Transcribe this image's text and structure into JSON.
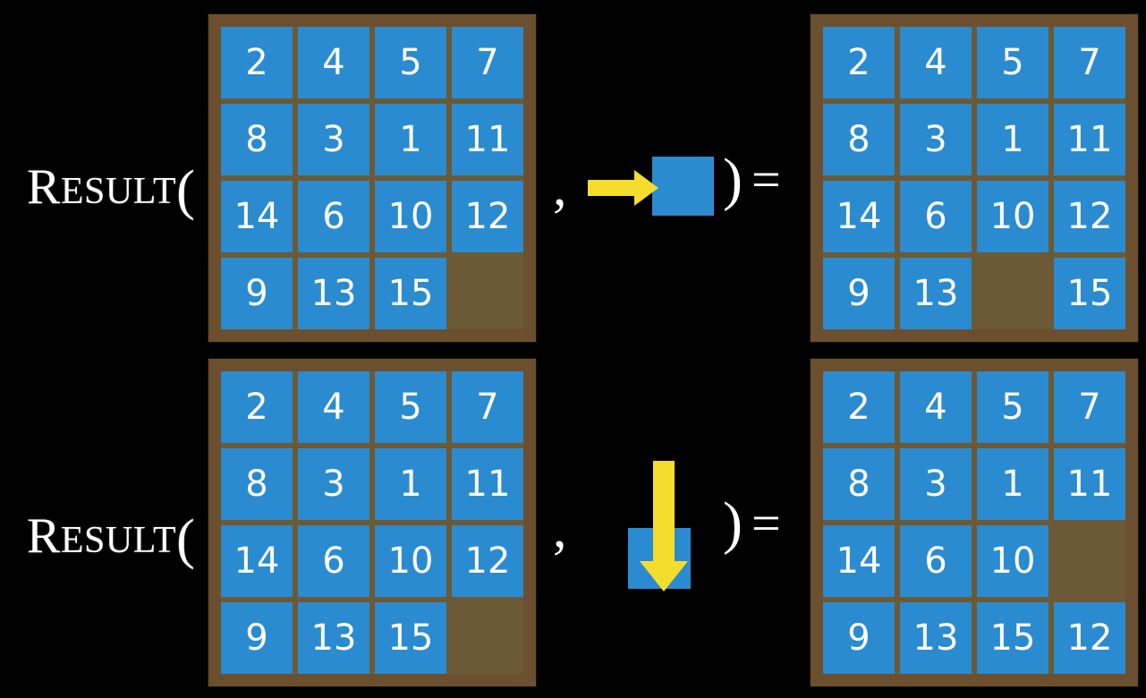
{
  "page": {
    "background_color": "#000000",
    "title": "Result operator applied to 15-puzzle states"
  },
  "colors": {
    "tile": "#2b8bd0",
    "board_frame": "#6b4f2f",
    "board_inner": "#6b5a35",
    "arrow": "#f5dd2e",
    "text": "#ffffff"
  },
  "rows": [
    {
      "id": "row-1",
      "label": {
        "cap": "R",
        "small_caps": "ESULT",
        "open_paren": "("
      },
      "comma": ",",
      "close_paren": ")",
      "equals": "=",
      "action": {
        "name": "move-right",
        "arrow_direction": "right",
        "icon_label": "right-arrow-into-blank-tile"
      },
      "input_board": {
        "name": "input-state-row-1",
        "rows": 4,
        "cols": 4,
        "cells": [
          [
            "2",
            "4",
            "5",
            "7"
          ],
          [
            "8",
            "3",
            "1",
            "11"
          ],
          [
            "14",
            "6",
            "10",
            "12"
          ],
          [
            "9",
            "13",
            "15",
            ""
          ]
        ]
      },
      "output_board": {
        "name": "output-state-row-1",
        "rows": 4,
        "cols": 4,
        "cells": [
          [
            "2",
            "4",
            "5",
            "7"
          ],
          [
            "8",
            "3",
            "1",
            "11"
          ],
          [
            "14",
            "6",
            "10",
            "12"
          ],
          [
            "9",
            "13",
            "",
            "15"
          ]
        ]
      }
    },
    {
      "id": "row-2",
      "label": {
        "cap": "R",
        "small_caps": "ESULT",
        "open_paren": "("
      },
      "comma": ",",
      "close_paren": ")",
      "equals": "=",
      "action": {
        "name": "move-down",
        "arrow_direction": "down",
        "icon_label": "down-arrow-into-blank-tile"
      },
      "input_board": {
        "name": "input-state-row-2",
        "rows": 4,
        "cols": 4,
        "cells": [
          [
            "2",
            "4",
            "5",
            "7"
          ],
          [
            "8",
            "3",
            "1",
            "11"
          ],
          [
            "14",
            "6",
            "10",
            "12"
          ],
          [
            "9",
            "13",
            "15",
            ""
          ]
        ]
      },
      "output_board": {
        "name": "output-state-row-2",
        "rows": 4,
        "cols": 4,
        "cells": [
          [
            "2",
            "4",
            "5",
            "7"
          ],
          [
            "8",
            "3",
            "1",
            "11"
          ],
          [
            "14",
            "6",
            "10",
            ""
          ],
          [
            "9",
            "13",
            "15",
            "12"
          ]
        ]
      }
    }
  ]
}
